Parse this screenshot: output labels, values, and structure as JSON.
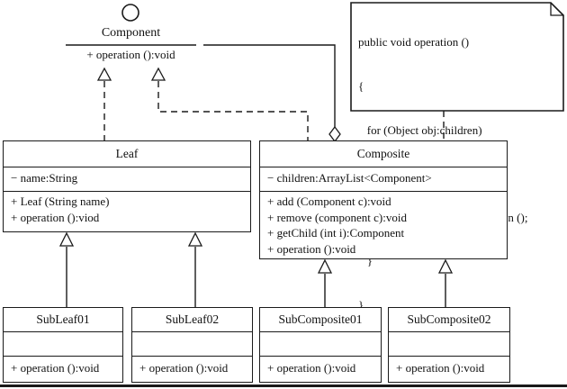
{
  "style": {
    "ink_color": "#1a1a1a",
    "background_color": "#ffffff"
  },
  "interface_component": {
    "name": "Component",
    "operation": "+ operation ():void"
  },
  "note": {
    "lines": [
      "public void operation ()",
      "{",
      "   for (Object obj:children)",
      "   {",
      "       ((Component) obj).operation ();",
      "   }",
      "}"
    ]
  },
  "classes": {
    "leaf": {
      "name": "Leaf",
      "attr1": "− name:String",
      "op1": "+ Leaf (String name)",
      "op2": "+ operation ():viod"
    },
    "composite": {
      "name": "Composite",
      "attr1": "− children:ArrayList<Component>",
      "op1": "+ add (Component c):void",
      "op2": "+ remove (component c):void",
      "op3": "+ getChild (int i):Component",
      "op4": "+ operation ():void"
    },
    "subleaf01": {
      "name": "SubLeaf01",
      "op1": "+ operation ():void"
    },
    "subleaf02": {
      "name": "SubLeaf02",
      "op1": "+ operation ():void"
    },
    "subcomposite01": {
      "name": "SubComposite01",
      "op1": "+ operation ():void"
    },
    "subcomposite02": {
      "name": "SubComposite02",
      "op1": "+ operation ():void"
    }
  }
}
